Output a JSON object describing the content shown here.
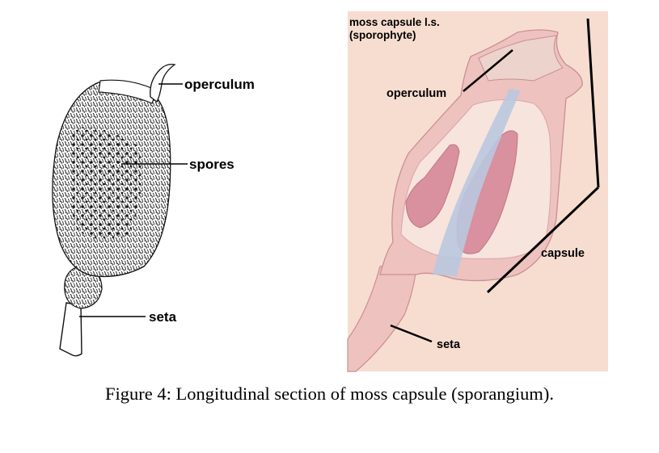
{
  "figure": {
    "drawing": {
      "labels": {
        "operculum": "operculum",
        "spores": "spores",
        "seta": "seta"
      }
    },
    "micrograph": {
      "title_line1": "moss capsule l.s.",
      "title_line2": "(sporophyte)",
      "labels": {
        "operculum": "operculum",
        "capsule": "capsule",
        "seta": "seta"
      },
      "colors": {
        "background": "#f6ddd0",
        "tissue": "#eec2bf",
        "spore_mass": "#d9909f",
        "columella": "#b9c8df"
      }
    },
    "caption": "Figure 4:  Longitudinal section of moss capsule (sporangium)."
  }
}
